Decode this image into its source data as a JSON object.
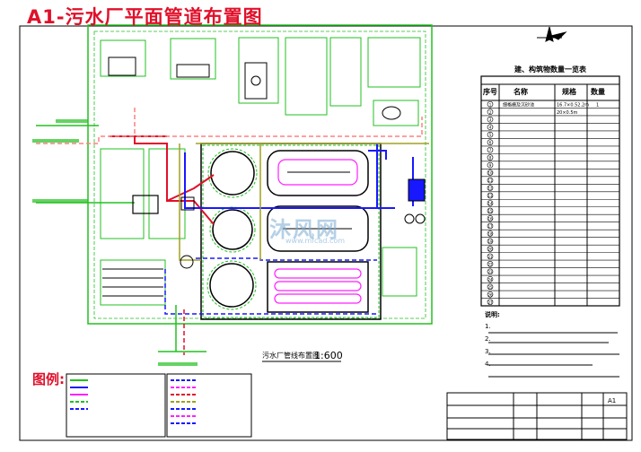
{
  "header": {
    "title": "A1-污水厂平面管道布置图"
  },
  "plan": {
    "caption": "污水厂管线布置图",
    "scale": "1:600"
  },
  "table": {
    "heading": "建、构筑物数量一览表",
    "columns": [
      "序号",
      "名称",
      "规格",
      "数量"
    ],
    "rows": [
      [
        "1",
        "细格栅及沉砂池",
        "16.7×0.52.2m",
        "1"
      ],
      [
        "2",
        "",
        "20×0.5m",
        ""
      ],
      [
        "3",
        "",
        "",
        ""
      ],
      [
        "4",
        "",
        "",
        ""
      ],
      [
        "5",
        "",
        "",
        ""
      ],
      [
        "6",
        "",
        "",
        ""
      ],
      [
        "7",
        "",
        "",
        ""
      ],
      [
        "8",
        "",
        "",
        ""
      ],
      [
        "9",
        "",
        "",
        ""
      ],
      [
        "10",
        "",
        "",
        ""
      ],
      [
        "11",
        "",
        "",
        ""
      ],
      [
        "12",
        "",
        "",
        ""
      ],
      [
        "13",
        "",
        "",
        ""
      ],
      [
        "14",
        "",
        "",
        ""
      ],
      [
        "15",
        "",
        "",
        ""
      ],
      [
        "16",
        "",
        "",
        ""
      ],
      [
        "17",
        "",
        "",
        ""
      ],
      [
        "18",
        "",
        "",
        ""
      ],
      [
        "19",
        "",
        "",
        ""
      ],
      [
        "20",
        "",
        "",
        ""
      ],
      [
        "21",
        "",
        "",
        ""
      ],
      [
        "22",
        "",
        "",
        ""
      ],
      [
        "23",
        "",
        "",
        ""
      ],
      [
        "24",
        "",
        "",
        ""
      ],
      [
        "25",
        "",
        "",
        ""
      ],
      [
        "26",
        "",
        "",
        ""
      ],
      [
        "27",
        "",
        "",
        ""
      ]
    ],
    "notes_title": "说明:",
    "notes": [
      "1.",
      "2.",
      "3.",
      "4."
    ]
  },
  "legend": {
    "title": "图例:"
  },
  "titleblock": {
    "sheet": "A1"
  },
  "watermark": {
    "main": "沐风网",
    "sub": "www.mfcad.com"
  },
  "colors": {
    "red": "#e0102a",
    "green": "#22c020",
    "blue": "#1818ff",
    "magenta": "#ff20ff",
    "pink": "#ff8080",
    "olive": "#a0a020",
    "black": "#000000"
  }
}
